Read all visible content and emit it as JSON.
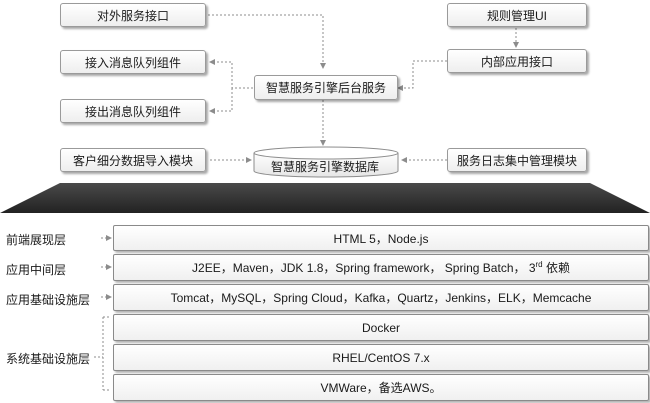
{
  "top_boxes": {
    "external_api": "对外服务接口",
    "rule_ui": "规则管理UI",
    "queue_in": "接入消息队列组件",
    "internal_api": "内部应用接口",
    "engine_backend": "智慧服务引擎后台服务",
    "queue_out": "接出消息队列组件",
    "customer_import": "客户细分数据导入模块",
    "engine_db": "智慧服务引擎数据库",
    "log_module": "服务日志集中管理模块"
  },
  "layers": {
    "frontend": {
      "label": "前端展现层",
      "content": "HTML 5，Node.js"
    },
    "middleware": {
      "label": "应用中间层",
      "content_main": "J2EE，Maven，JDK 1.8，Spring framework， Spring Batch， 3",
      "content_sup": "rd",
      "content_tail": " 依赖"
    },
    "app_infra": {
      "label": "应用基础设施层",
      "content": "Tomcat，MySQL，Spring Cloud，Kafka，Quartz，Jenkins，ELK，Memcache"
    },
    "sys_infra": {
      "label": "系统基础设施层",
      "rows": [
        "Docker",
        "RHEL/CentOS 7.x",
        "VMWare，备选AWS。"
      ]
    }
  },
  "colors": {
    "divider_band": "#3a3a3a",
    "arrow": "#8c8c8c",
    "border": "#9a9a9a"
  }
}
